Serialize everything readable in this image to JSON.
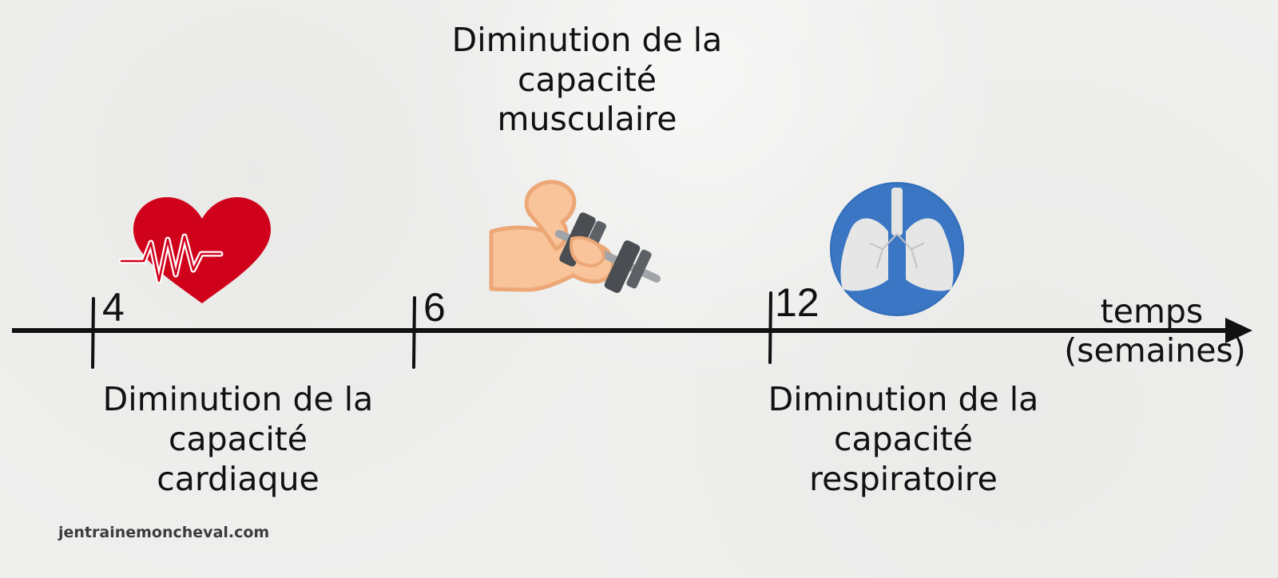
{
  "axis": {
    "label_line1": "temps",
    "label_line2": "(semaines)"
  },
  "milestones": [
    {
      "week": "4",
      "caption_lines": [
        "Diminution de la",
        "capacité",
        "cardiaque"
      ],
      "icon": "heart-pulse-icon",
      "color": "#d0021b"
    },
    {
      "week": "6",
      "caption_lines": [
        "Diminution de la",
        "capacité",
        "musculaire"
      ],
      "icon": "arm-dumbbell-icon",
      "color": "#f9c49a"
    },
    {
      "week": "12",
      "caption_lines": [
        "Diminution de la",
        "capacité",
        "respiratoire"
      ],
      "icon": "lungs-icon",
      "color": "#3a76c3"
    }
  ],
  "credit": "jentrainemoncheval.com",
  "colors": {
    "ink": "#111111",
    "background": "#efefee"
  }
}
